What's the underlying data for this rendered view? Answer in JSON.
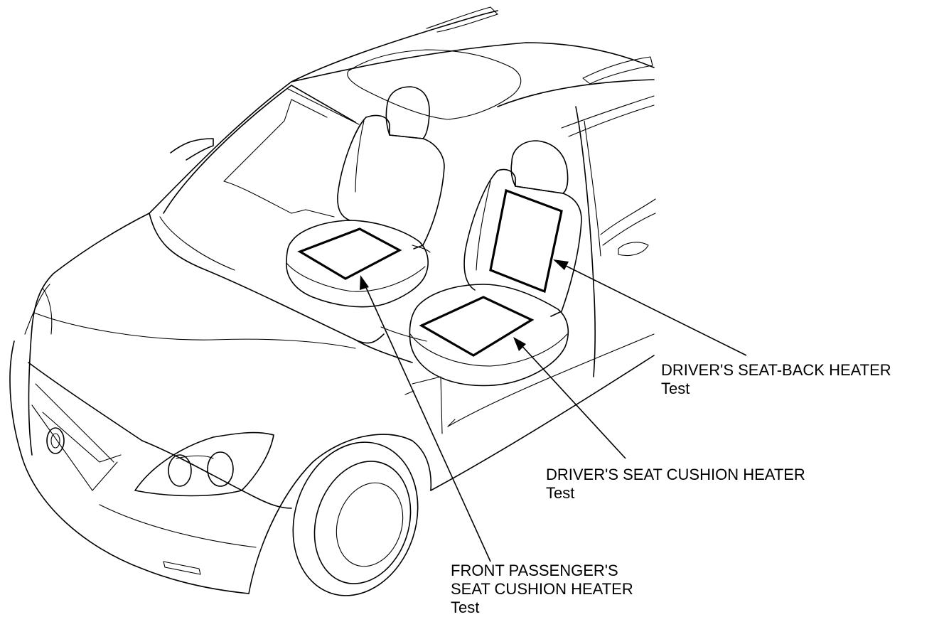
{
  "callouts": {
    "seat_back": {
      "title": "DRIVER'S SEAT-BACK HEATER",
      "link": "Test"
    },
    "driver_cushion": {
      "title": "DRIVER'S SEAT CUSHION HEATER",
      "link": "Test"
    },
    "passenger_cushion": {
      "title_line1": "FRONT PASSENGER'S",
      "title_line2": "SEAT CUSHION HEATER",
      "link": "Test"
    }
  },
  "colors": {
    "line": "#000000",
    "background": "#ffffff"
  }
}
